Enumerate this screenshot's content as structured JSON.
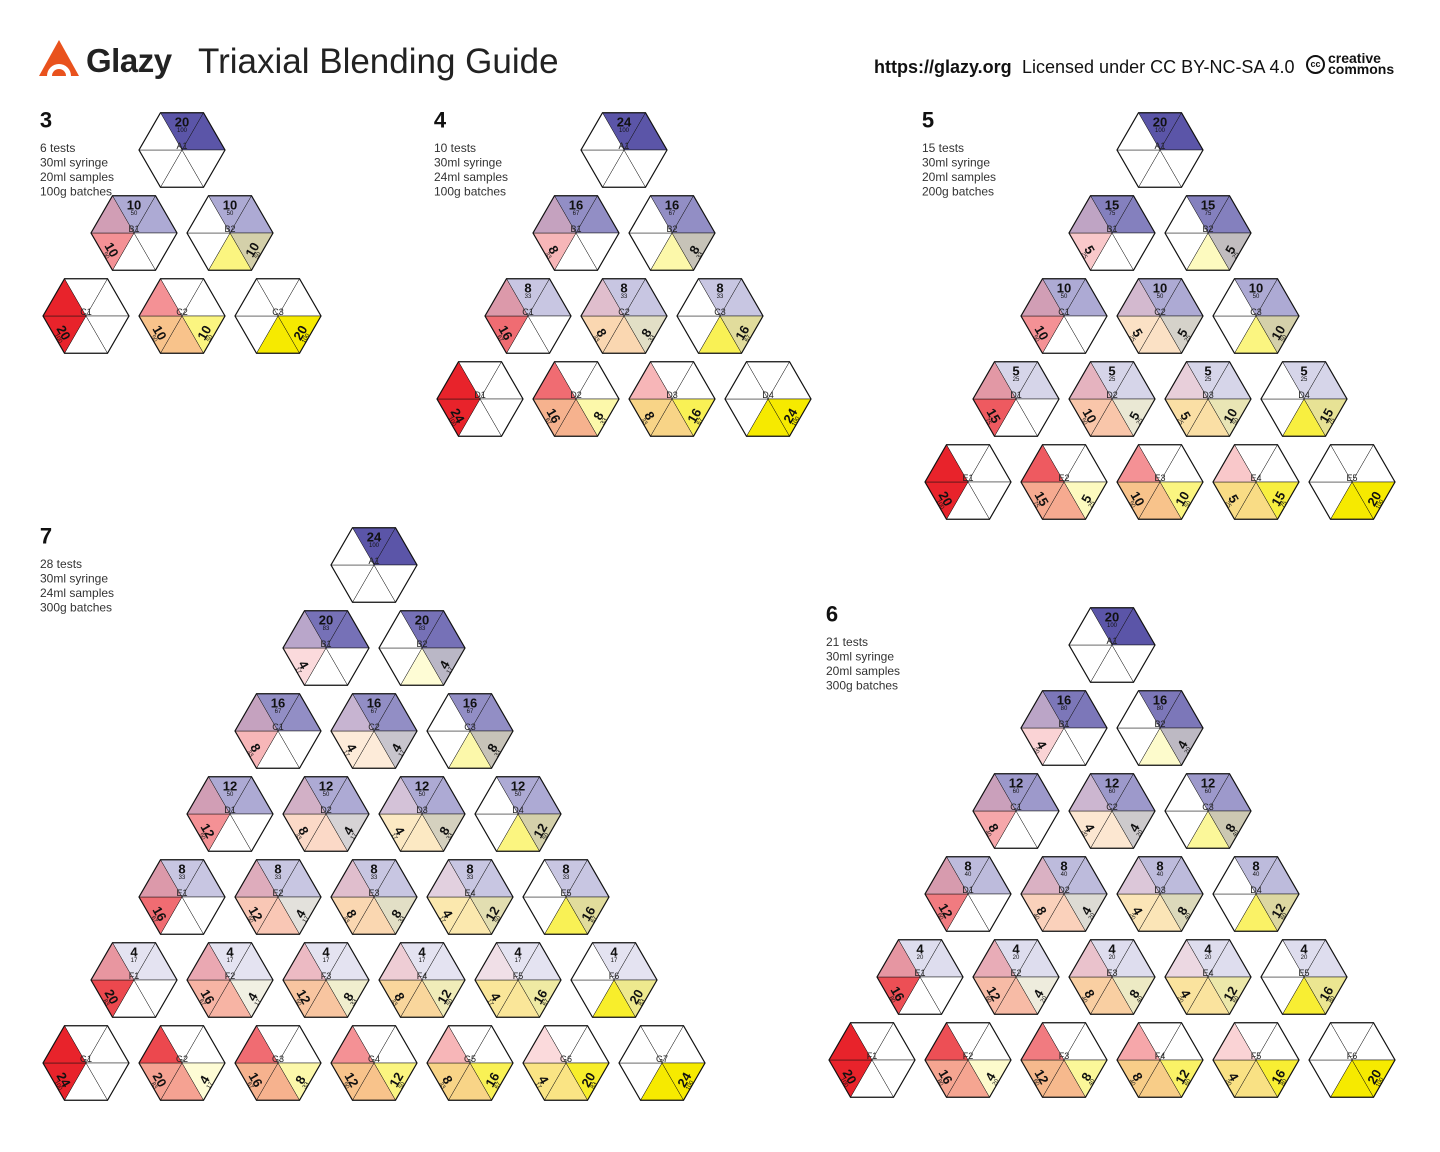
{
  "header": {
    "brand": "Glazy",
    "title": "Triaxial Blending Guide",
    "site": "https://glazy.org",
    "license": "Licensed under CC BY-NC-SA 4.0",
    "cc_mark": "cc",
    "cc_word1": "creative",
    "cc_word2": "commons"
  },
  "colors": {
    "a": "#5b55a8",
    "b": "#e8232b",
    "c": "#f6ea00",
    "outline": "#111111",
    "logo": "#e9521d"
  },
  "grids": [
    {
      "n": 3,
      "label": "3",
      "info": [
        "6 tests",
        "30ml syringe",
        "20ml samples",
        "100g batches"
      ],
      "unit": 10,
      "pct_scale": 5
    },
    {
      "n": 4,
      "label": "4",
      "info": [
        "10 tests",
        "30ml syringe",
        "24ml samples",
        "100g batches"
      ],
      "unit": 8,
      "pct_scale": 4.16667
    },
    {
      "n": 5,
      "label": "5",
      "info": [
        "15 tests",
        "30ml syringe",
        "20ml samples",
        "200g batches"
      ],
      "unit": 5,
      "pct_scale": 5
    },
    {
      "n": 7,
      "label": "7",
      "info": [
        "28 tests",
        "30ml syringe",
        "24ml samples",
        "300g batches"
      ],
      "unit": 4,
      "pct_scale": 4.16667
    },
    {
      "n": 6,
      "label": "6",
      "info": [
        "21 tests",
        "30ml syringe",
        "20ml samples",
        "300g batches"
      ],
      "unit": 4,
      "pct_scale": 5
    }
  ]
}
